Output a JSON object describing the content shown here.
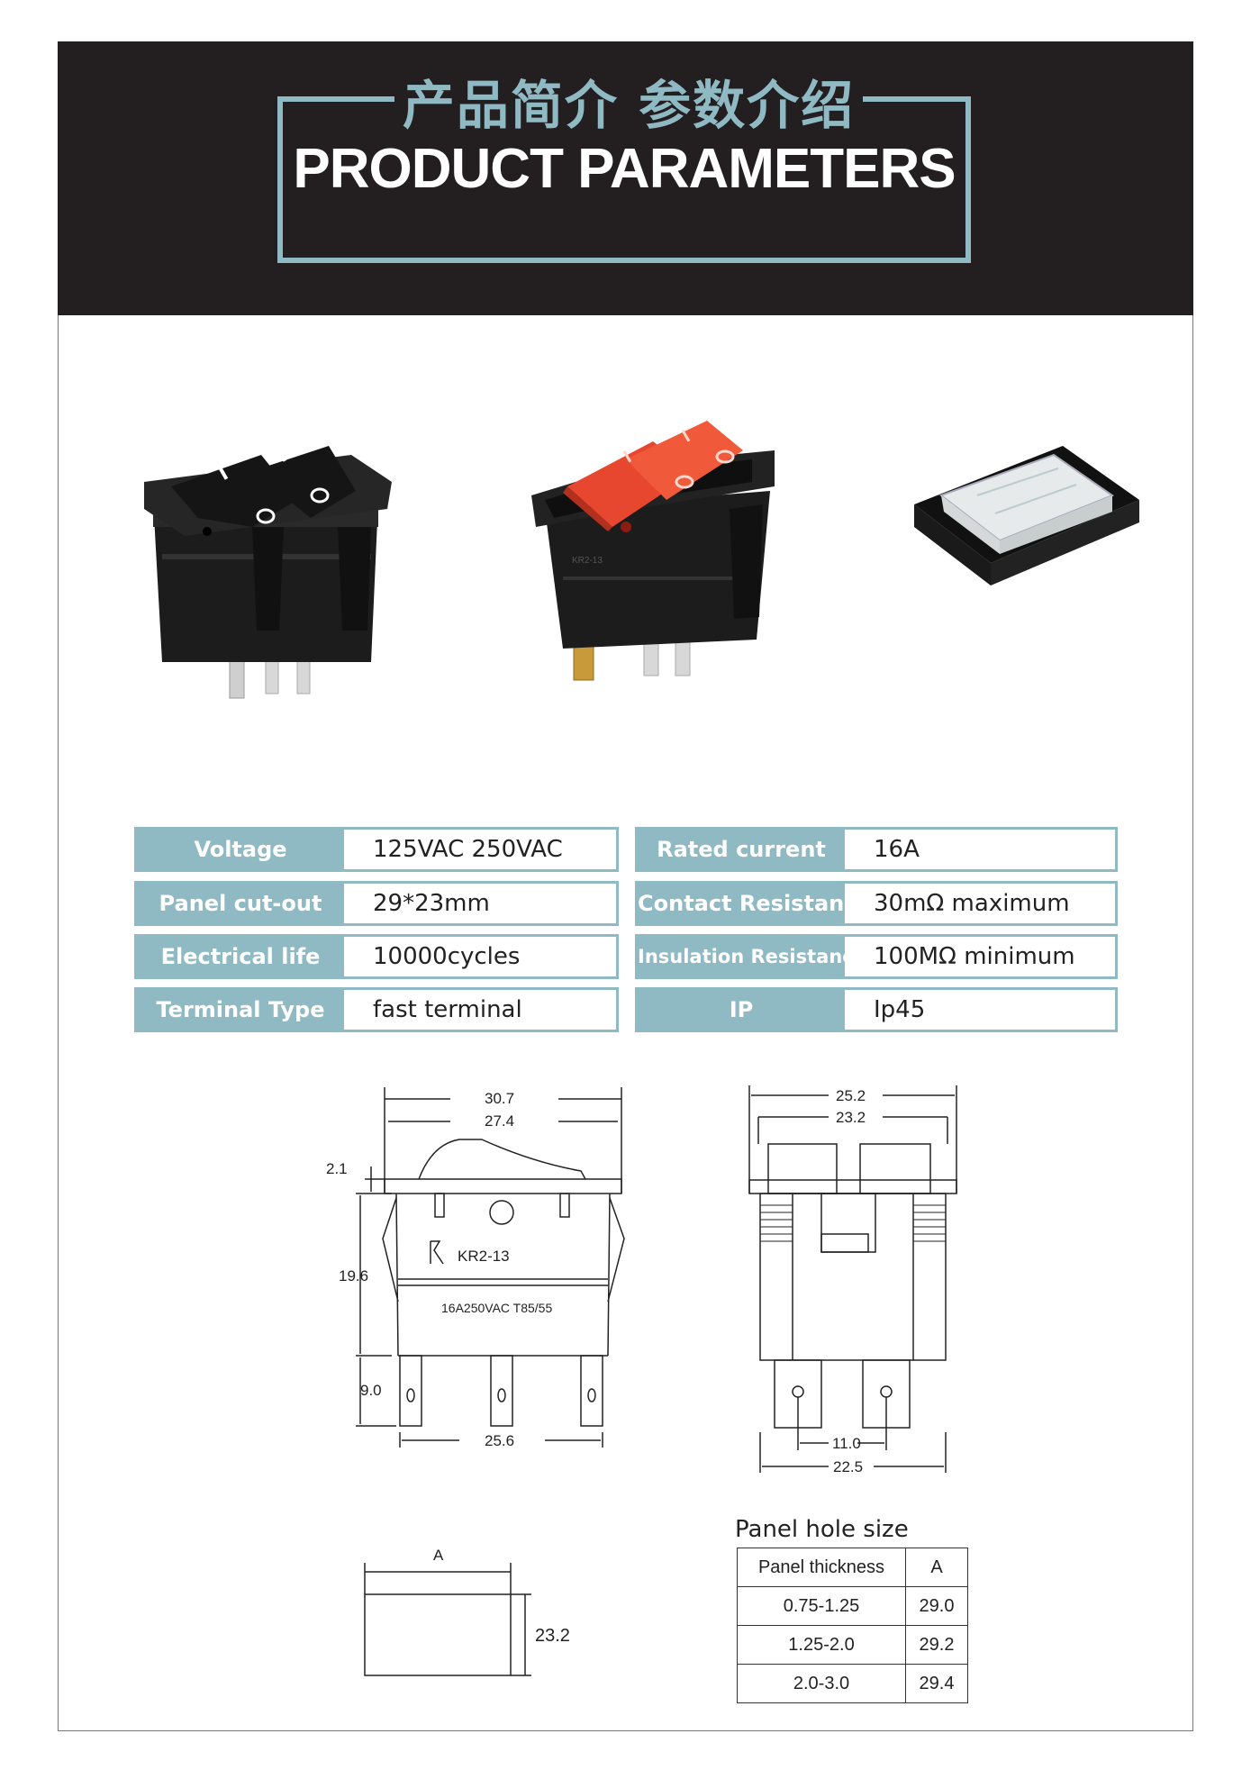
{
  "header": {
    "title_cn": "产品简介 参数介绍",
    "title_en": "PRODUCT PARAMETERS"
  },
  "products": [
    {
      "icon": "black-double-rocker-switch"
    },
    {
      "icon": "red-illuminated-double-rocker-switch"
    },
    {
      "icon": "clear-waterproof-cover"
    }
  ],
  "specs": {
    "left": [
      {
        "label": "Voltage",
        "value": "125VAC 250VAC"
      },
      {
        "label": "Panel cut-out",
        "value": "29*23mm"
      },
      {
        "label": "Electrical life",
        "value": "10000cycles"
      },
      {
        "label": "Terminal Type",
        "value": "fast terminal"
      }
    ],
    "right": [
      {
        "label": "Rated current",
        "value": "16A"
      },
      {
        "label": "Contact Resistance",
        "value": "30mΩ maximum"
      },
      {
        "label": "Insulation Resistance",
        "value": "100MΩ minimum"
      },
      {
        "label": "IP",
        "value": "Ip45"
      }
    ]
  },
  "drawing_front": {
    "w_outer": "30.7",
    "w_inner": "27.4",
    "rocker_h": "2.1",
    "body_h": "19.6",
    "terminal_h": "9.0",
    "terminal_span": "25.6",
    "model": "KR2-13",
    "rating": "16A250VAC T85/55"
  },
  "drawing_side": {
    "w_outer": "25.2",
    "w_inner": "23.2",
    "terminal_pitch": "11.0",
    "base_w": "22.5"
  },
  "cutout": {
    "width_label": "A",
    "height": "23.2"
  },
  "panel_hole": {
    "title": "Panel hole size",
    "headers": [
      "Panel thickness",
      "A"
    ],
    "rows": [
      [
        "0.75-1.25",
        "29.0"
      ],
      [
        "1.25-2.0",
        "29.2"
      ],
      [
        "2.0-3.0",
        "29.4"
      ]
    ]
  },
  "colors": {
    "header_bg": "#231f20",
    "accent": "#8fb9c3",
    "switch_red": "#e8472f"
  }
}
